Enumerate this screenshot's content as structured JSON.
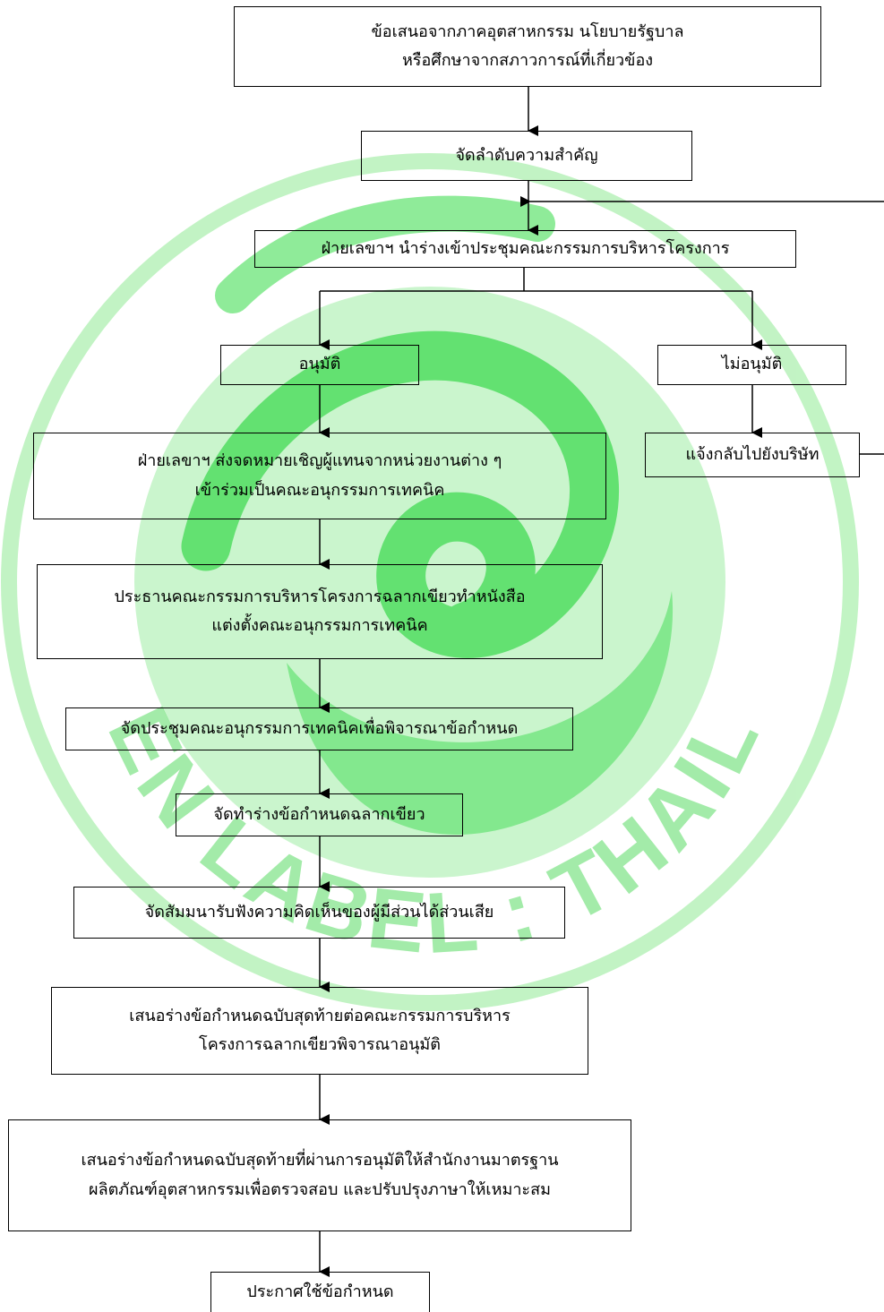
{
  "watermark": {
    "text": "GREEN LABEL : THAILAND",
    "color": "#27d135"
  },
  "nodes": {
    "start": {
      "lines": [
        "ข้อเสนอจากภาคอุตสาหกรรม นโยบายรัฐบาล",
        "หรือศึกษาจากสภาวการณ์ที่เกี่ยวข้อง"
      ]
    },
    "priority": {
      "lines": [
        "จัดลำดับความสำคัญ"
      ]
    },
    "secretariat_propose": {
      "lines": [
        "ฝ่ายเลขาฯ นำร่างเข้าประชุมคณะกรรมการบริหารโครงการ"
      ]
    },
    "approved": {
      "lines": [
        "อนุมัติ"
      ]
    },
    "not_approved": {
      "lines": [
        "ไม่อนุมัติ"
      ]
    },
    "notify_company": {
      "lines": [
        "แจ้งกลับไปยังบริษัท"
      ]
    },
    "invite_letters": {
      "lines": [
        "ฝ่ายเลขาฯ ส่งจดหมายเชิญผู้แทนจากหน่วยงานต่าง ๆ",
        "เข้าร่วมเป็นคณะอนุกรรมการเทคนิค"
      ]
    },
    "appoint_subcommittee": {
      "lines": [
        "ประธานคณะกรรมการบริหารโครงการฉลากเขียวทำหนังสือ",
        "แต่งตั้งคณะอนุกรรมการเทคนิค"
      ]
    },
    "subcommittee_meeting": {
      "lines": [
        "จัดประชุมคณะอนุกรรมการเทคนิคเพื่อพิจารณาข้อกำหนด"
      ]
    },
    "draft_criteria": {
      "lines": [
        "จัดทำร่างข้อกำหนดฉลากเขียว"
      ]
    },
    "public_hearing": {
      "lines": [
        "จัดสัมมนารับฟังความคิดเห็นของผู้มีส่วนได้ส่วนเสีย"
      ]
    },
    "final_to_board": {
      "lines": [
        "เสนอร่างข้อกำหนดฉบับสุดท้ายต่อคณะกรรมการบริหาร",
        "โครงการฉลากเขียวพิจารณาอนุมัติ"
      ]
    },
    "final_to_tisi": {
      "lines": [
        "เสนอร่างข้อกำหนดฉบับสุดท้ายที่ผ่านการอนุมัติให้สำนักงานมาตรฐาน",
        "ผลิตภัณฑ์อุตสาหกรรมเพื่อตรวจสอบ และปรับปรุงภาษาให้เหมาะสม"
      ]
    },
    "announce": {
      "lines": [
        "ประกาศใช้ข้อกำหนด"
      ]
    }
  }
}
